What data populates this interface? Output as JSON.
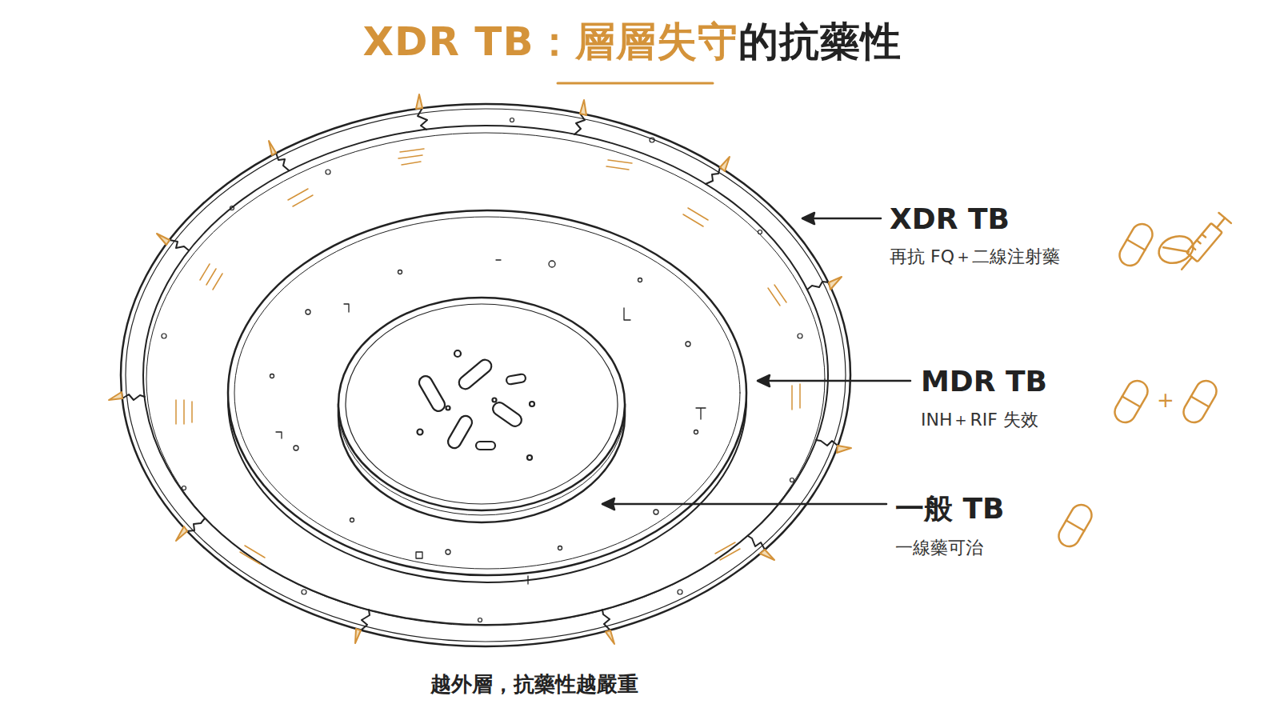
{
  "diagram": {
    "title": "XDR TB：層層失守的抗藥性",
    "caption": "越外層，抗藥性越嚴重",
    "labels": [
      "XDR TB",
      "再抗 FQ＋二線注射藥",
      "MDR TB",
      "INH＋RIF 失效",
      "+",
      "一般 TB",
      "一線藥可治"
    ]
  }
}
